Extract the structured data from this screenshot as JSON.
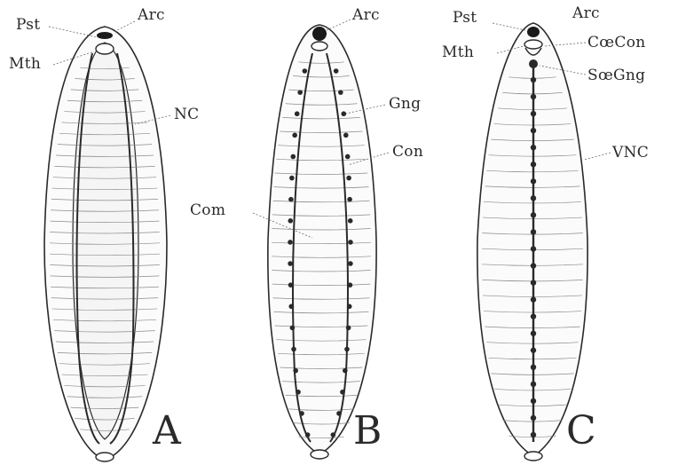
{
  "figure": {
    "panels": [
      {
        "id": "A",
        "letter": "A",
        "labels": {
          "pst": "Pst",
          "arc": "Arc",
          "mth": "Mth",
          "nc": "NC"
        }
      },
      {
        "id": "B",
        "letter": "B",
        "labels": {
          "arc": "Arc",
          "gng": "Gng",
          "con": "Con",
          "com": "Com"
        }
      },
      {
        "id": "C",
        "letter": "C",
        "labels": {
          "pst": "Pst",
          "arc": "Arc",
          "mth": "Mth",
          "coecon": "CœCon",
          "soegng": "SœGng",
          "vnc": "VNC"
        }
      }
    ]
  }
}
